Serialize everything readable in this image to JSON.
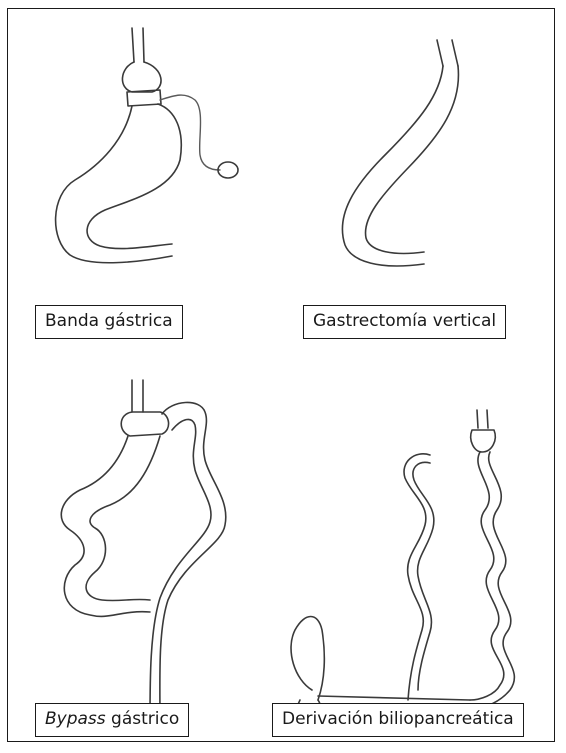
{
  "labels": {
    "banda": "Banda gástrica",
    "gastrectomia": "Gastrectomía vertical",
    "bypass_em": "Bypass",
    "bypass_rest": " gástrico",
    "derivacion": "Derivación biliopancreática"
  },
  "colors": {
    "stroke": "#3a3a3a",
    "border": "#1a1a1a"
  }
}
